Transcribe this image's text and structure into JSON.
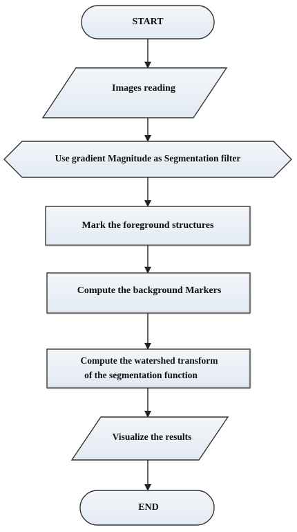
{
  "diagram": {
    "start": {
      "label": "START"
    },
    "images_reading": {
      "label": "Images reading"
    },
    "gradient": {
      "label": "Use gradient Magnitude as Segmentation filter"
    },
    "foreground": {
      "label": "Mark the foreground structures"
    },
    "background": {
      "label": "Compute the background Markers"
    },
    "watershed": {
      "line1": "Compute the watershed transform",
      "line2": "of the segmentation function"
    },
    "visualize": {
      "label": "Visualize the results"
    },
    "end": {
      "label": "END"
    }
  },
  "colors": {
    "shape_fill": "#eaf0f7",
    "stroke": "#333333",
    "arrow": "#222222",
    "text": "#111111"
  }
}
